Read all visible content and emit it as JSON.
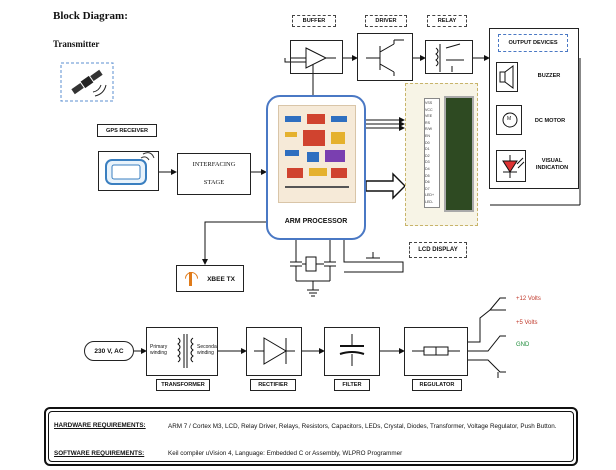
{
  "heading": "Block Diagram:",
  "subheading": "Transmitter",
  "labels": {
    "gps_receiver": "GPS RECEIVER",
    "interfacing_line1": "INTERFACING",
    "interfacing_line2": "STAGE",
    "xbee": "XBEE TX",
    "buffer": "BUFFER",
    "driver": "DRIVER",
    "relay": "RELAY",
    "arm": "ARM PROCESSOR",
    "lcd": "LCD DISPLAY",
    "output_devices": "OUTPUT DEVICES",
    "buzzer": "BUZZER",
    "dc_motor": "DC MOTOR",
    "visual_line1": "VISUAL",
    "visual_line2": "INDICATION",
    "motor_symbol": "M",
    "ac_input": "230 V, AC",
    "primary_line1": "Primary",
    "primary_line2": "winding",
    "secondary_line1": "Seconda",
    "secondary_line2": "winding",
    "transformer": "TRANSFORMER",
    "rectifier": "RECTIFIER",
    "filter": "FILTER",
    "regulator": "REGULATOR",
    "v12": "+12 Volts",
    "v5": "+5 Volts",
    "gnd": "GND"
  },
  "lcd_pins": [
    "VSS",
    "VCC",
    "VEE",
    "RS",
    "R/W",
    "EN",
    "D0",
    "D1",
    "D2",
    "D3",
    "D4",
    "D5",
    "D6",
    "D7",
    "LED+",
    "LED-"
  ],
  "colors": {
    "voltage_red": "#c0392b",
    "gnd_green": "#1e8c3a",
    "arm_border": "#4a78c4",
    "lcd_screen": "#2e4a22",
    "lcd_border": "#c8b46a"
  },
  "requirements": {
    "hardware_label": "HARDWARE REQUIREMENTS:",
    "hardware_text": "ARM 7 / Cortex M3, LCD, Relay Driver, Relays, Resistors, Capacitors, LEDs, Crystal, Diodes, Transformer, Voltage Regulator, Push Button.",
    "software_label": "SOFTWARE REQUIREMENTS:",
    "software_text": "Keil compiler uVision 4, Language: Embedded C or Assembly, WLPRO Programmer"
  }
}
